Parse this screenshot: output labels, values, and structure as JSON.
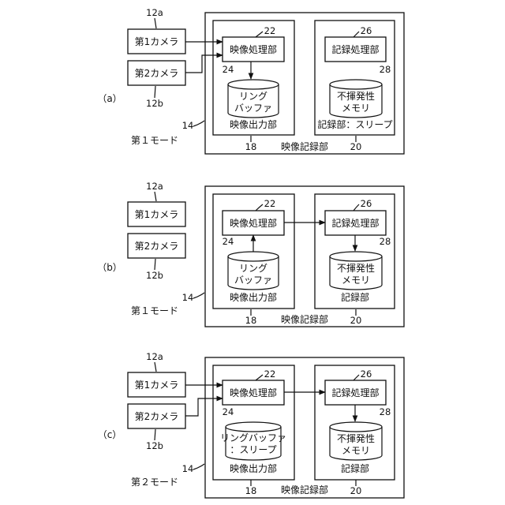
{
  "panels": [
    {
      "panel_label": "（a）",
      "mode": "第１モード",
      "cam1": "第1カメラ",
      "cam1_ref": "12a",
      "cam2": "第2カメラ",
      "cam2_ref": "12b",
      "system_ref": "14",
      "system_label": "映像記録部",
      "output_label": "映像出力部",
      "output_ref": "18",
      "proc_label": "映像処理部",
      "proc_ref": "22",
      "buffer_lines": [
        "リング",
        "バッファ"
      ],
      "buffer_ref": "24",
      "rec_label": "記録部：スリープ",
      "rec_ref": "20",
      "recproc_label": "記録処理部",
      "recproc_ref": "26",
      "mem_lines": [
        "不揮発性",
        "メモリ"
      ],
      "mem_ref": "28"
    },
    {
      "panel_label": "（b）",
      "mode": "第１モード",
      "cam1": "第1カメラ",
      "cam1_ref": "12a",
      "cam2": "第2カメラ",
      "cam2_ref": "12b",
      "system_ref": "14",
      "system_label": "映像記録部",
      "output_label": "映像出力部",
      "output_ref": "18",
      "proc_label": "映像処理部",
      "proc_ref": "22",
      "buffer_lines": [
        "リング",
        "バッファ"
      ],
      "buffer_ref": "24",
      "rec_label": "記録部",
      "rec_ref": "20",
      "recproc_label": "記録処理部",
      "recproc_ref": "26",
      "mem_lines": [
        "不揮発性",
        "メモリ"
      ],
      "mem_ref": "28"
    },
    {
      "panel_label": "（c）",
      "mode": "第２モード",
      "cam1": "第1カメラ",
      "cam1_ref": "12a",
      "cam2": "第2カメラ",
      "cam2_ref": "12b",
      "system_ref": "14",
      "system_label": "映像記録部",
      "output_label": "映像出力部",
      "output_ref": "18",
      "proc_label": "映像処理部",
      "proc_ref": "22",
      "buffer_lines": [
        "リングバッファ",
        "：スリープ"
      ],
      "buffer_ref": "24",
      "rec_label": "記録部",
      "rec_ref": "20",
      "recproc_label": "記録処理部",
      "recproc_ref": "26",
      "mem_lines": [
        "不揮発性",
        "メモリ"
      ],
      "mem_ref": "28"
    }
  ]
}
